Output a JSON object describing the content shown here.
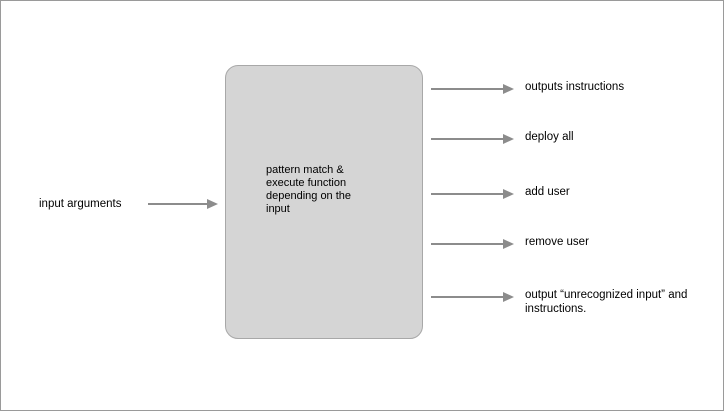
{
  "diagram": {
    "title": "input dispatch flow diagram",
    "background_color": "#ffffff",
    "border_color": "#9a9a9a",
    "arrow_color": "#8c8c8c",
    "box": {
      "fill_color": "#d5d5d5",
      "border_color": "#a8a8a8",
      "label": "pattern match &\nexecute function\ndepending on the\ninput"
    },
    "input": {
      "label": "input arguments",
      "arrow_name": "input-arrow"
    },
    "outputs": [
      {
        "label": "outputs instructions",
        "arrow_name": "output-arrow-1"
      },
      {
        "label": " deploy all",
        "arrow_name": "output-arrow-2"
      },
      {
        "label": "add user",
        "arrow_name": "output-arrow-3"
      },
      {
        "label": "remove user",
        "arrow_name": "output-arrow-4"
      },
      {
        "label": "output “unrecognized input” and\ninstructions.",
        "arrow_name": "output-arrow-5"
      }
    ]
  }
}
